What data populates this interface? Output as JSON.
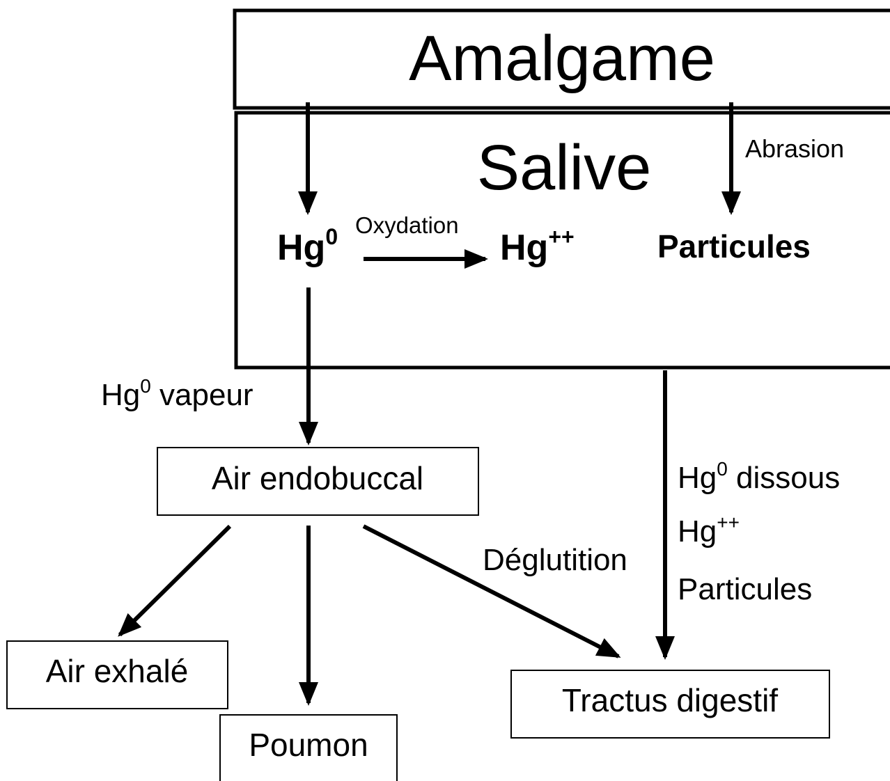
{
  "colors": {
    "stroke": "#000000",
    "background": "#ffffff"
  },
  "containers": {
    "amalgame": "Amalgame",
    "salive": "Salive"
  },
  "species": {
    "hg0_base": "Hg",
    "hg0_sup": "0",
    "hgpp_base": "Hg",
    "hgpp_sup": "++",
    "particules": "Particules"
  },
  "processes": {
    "abrasion": "Abrasion",
    "oxydation": "Oxydation",
    "vapeur_base": "Hg",
    "vapeur_sup": "0",
    "vapeur_rest": " vapeur",
    "deglutition": "Déglutition"
  },
  "salive_outflow": {
    "dissous_base": "Hg",
    "dissous_sup": "0",
    "dissous_rest": " dissous",
    "hgpp_base": "Hg",
    "hgpp_sup": "++",
    "particules": "Particules"
  },
  "boxes": {
    "air_endobuccal": "Air endobuccal",
    "air_exhale": "Air exhalé",
    "poumon": "Poumon",
    "tractus_digestif": "Tractus digestif"
  }
}
